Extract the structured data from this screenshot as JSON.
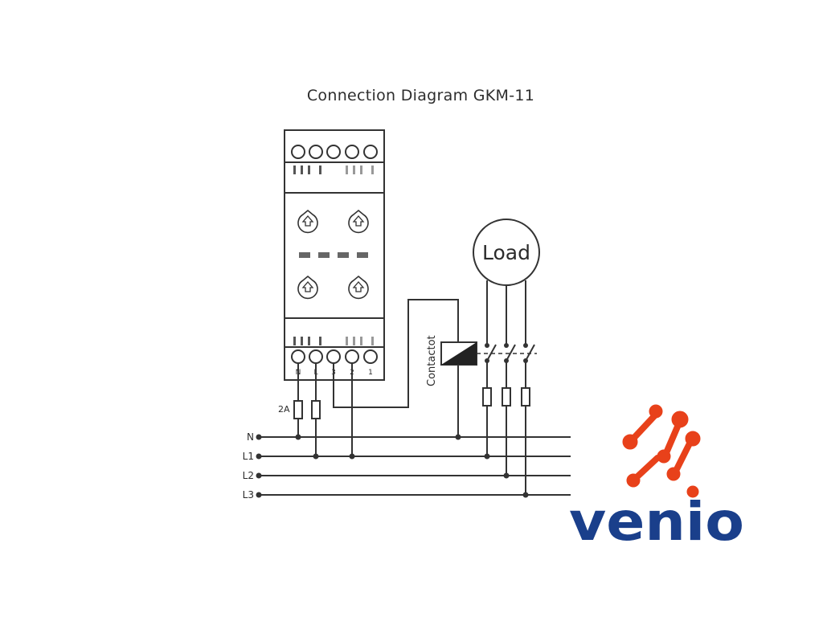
{
  "title": "Connection Diagram GKM-11",
  "device": {
    "terminal_labels": [
      "N",
      "L",
      "3",
      "2",
      "1"
    ]
  },
  "load_label": "Load",
  "contactor_label": "Contactot",
  "fuse_label": "2A",
  "lines": [
    "N",
    "L1",
    "L2",
    "L3"
  ],
  "brand": {
    "name": "venio",
    "text_color": "#1a3f8b",
    "accent_color": "#e8411a"
  }
}
